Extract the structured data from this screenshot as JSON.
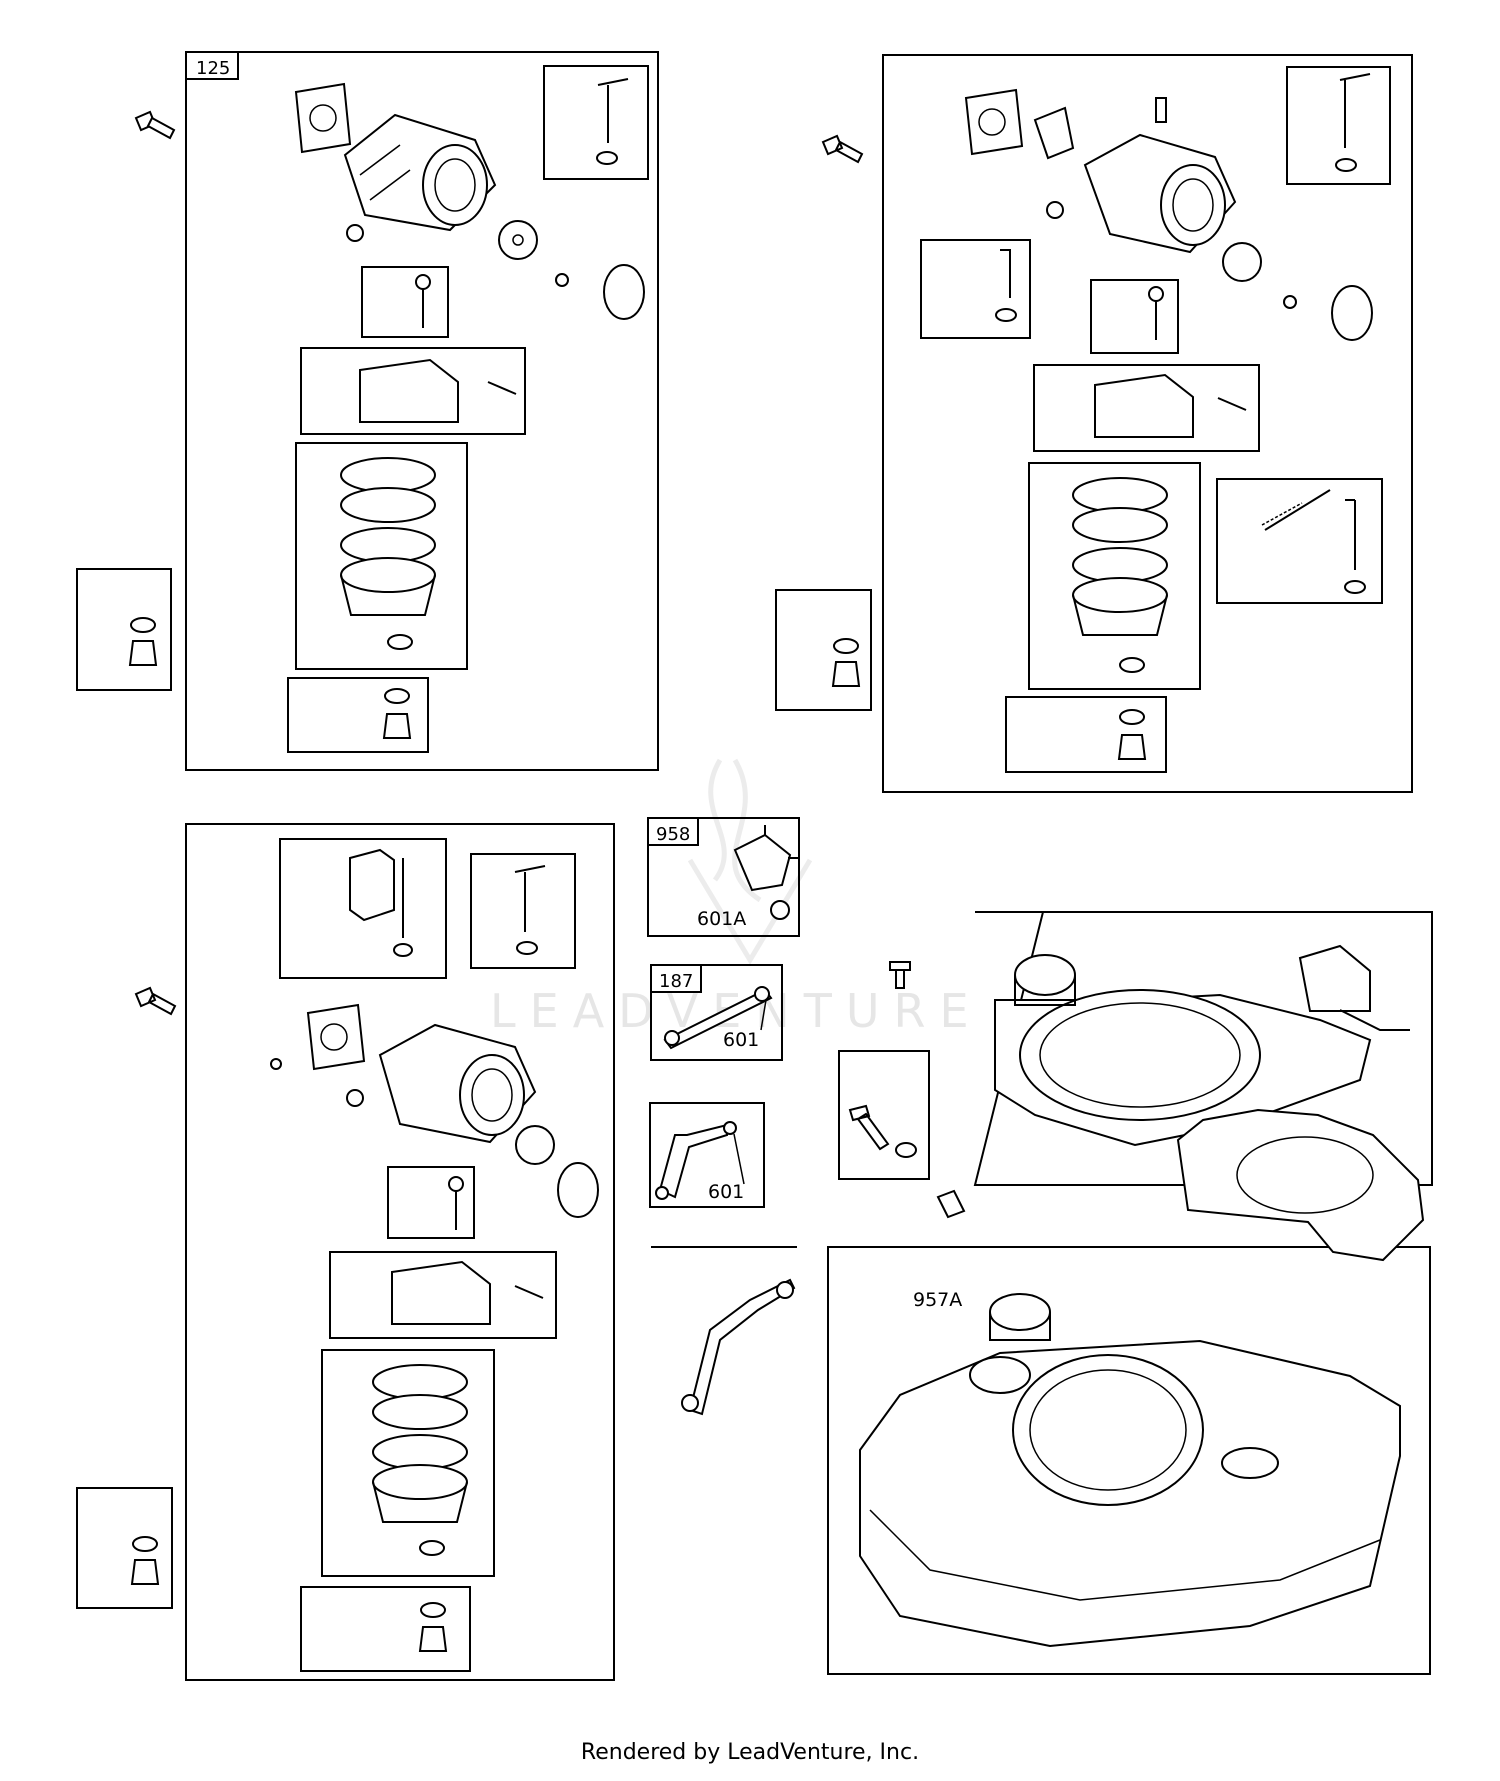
{
  "labels": {
    "tag_125": "125",
    "tag_958": "958",
    "tag_187": "187",
    "callout_601A": "601A",
    "callout_601_a": "601",
    "callout_601_b": "601",
    "callout_957A": "957A"
  },
  "watermark": "LEADVENTURE",
  "footer": "Rendered by LeadVenture, Inc."
}
